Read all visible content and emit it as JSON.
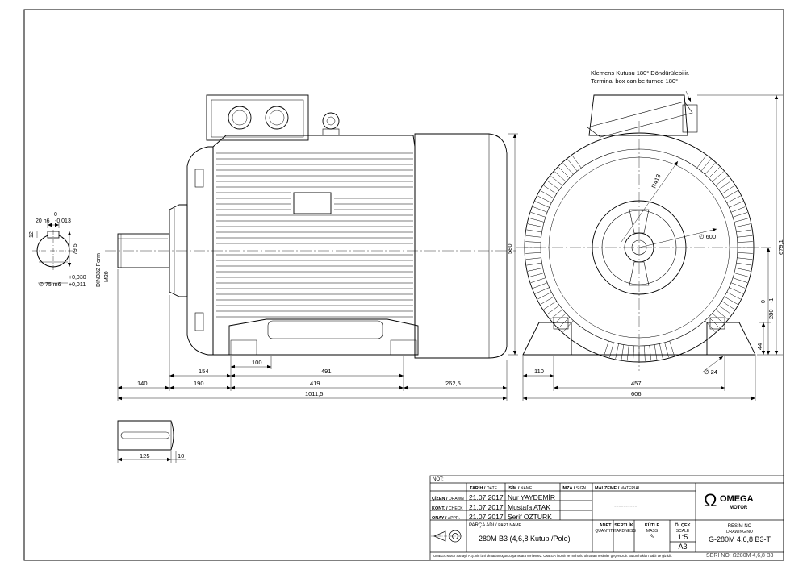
{
  "drawing": {
    "note_tr": "Klemens Kutusu 180° Döndürülebilir.",
    "note_en": "Terminal box can be turned 180°",
    "shaft_section": {
      "width_tol": "20 h6",
      "width_tol_upper": "0",
      "width_tol_lower": "-0,013",
      "depth": "12",
      "height": "79,5",
      "diameter": "∅ 75 m6",
      "dia_tol_upper": "+0,030",
      "dia_tol_lower": "+0,011"
    },
    "thread": "DIN332 Form",
    "thread_size": "M20",
    "side_dims": {
      "d140": "140",
      "d190": "190",
      "d154": "154",
      "d100": "100",
      "d491": "491",
      "d419": "419",
      "d262": "262,5",
      "d1011": "1011,5",
      "d580": "580"
    },
    "key": {
      "length": "125",
      "end": "10"
    },
    "front_dims": {
      "r413": "R413",
      "d600": "∅ 600",
      "d679": "679,1",
      "shaft_h": "280",
      "shaft_h_tol": "-1",
      "shaft_h_tol_up": "0",
      "d44": "44",
      "d110": "110",
      "d457": "457",
      "d606": "606",
      "hole": "∅ 24"
    }
  },
  "title_block": {
    "not_label": "NOT:",
    "headers": {
      "date": "TARİH",
      "date_en": "DATE",
      "name": "İSİM",
      "name_en": "NAME",
      "sign": "İMZA",
      "sign_en": "SIGN.",
      "material": "MALZEME",
      "material_en": "MATERIAL"
    },
    "rows": [
      {
        "role": "ÇİZEN",
        "role_en": "DRAWN",
        "date": "21.07.2017",
        "name": "Nur YAYDEMİR"
      },
      {
        "role": "KONT.",
        "role_en": "CHECK",
        "date": "21.07.2017",
        "name": "Mustafa ATAK"
      },
      {
        "role": "ONAY",
        "role_en": "APPR.",
        "date": "21.07.2017",
        "name": "Şerif ÖZTÜRK"
      }
    ],
    "material_value": "----------",
    "part_label": "PARÇA ADI",
    "part_label_en": "PART NAME",
    "part_name": "280M B3 (4,6,8 Kutup /Pole)",
    "qty_label": "ADET",
    "qty_en": "QUANTITY",
    "hard_label": "SERTLİK",
    "hard_en": "HARDNESS",
    "mass_label": "KÜTLE",
    "mass_en": "MASS",
    "mass_unit": "Kg",
    "scale_label": "ÖLÇEK",
    "scale_en": "SCALE",
    "scale": "1:5",
    "paper": "A3",
    "drawing_no_label": "RESİM NO",
    "drawing_no_en": "DRAWING NO",
    "drawing_no": "G-280M 4,6,8 B3-T",
    "serial": "SERİ NO: Ω280M 4,6,8 B3",
    "company_main": "OMEGA",
    "company_sub": "MOTOR",
    "disclaimer": "OMEGA Motor Sanayii A.Ş.'nin izni olmadan üçüncü şahıslara verilemez. OMEGA imzalı ve mühürlü olmayan resimler geçersizdir. Bütün hakları saklı ve gizlidir."
  }
}
